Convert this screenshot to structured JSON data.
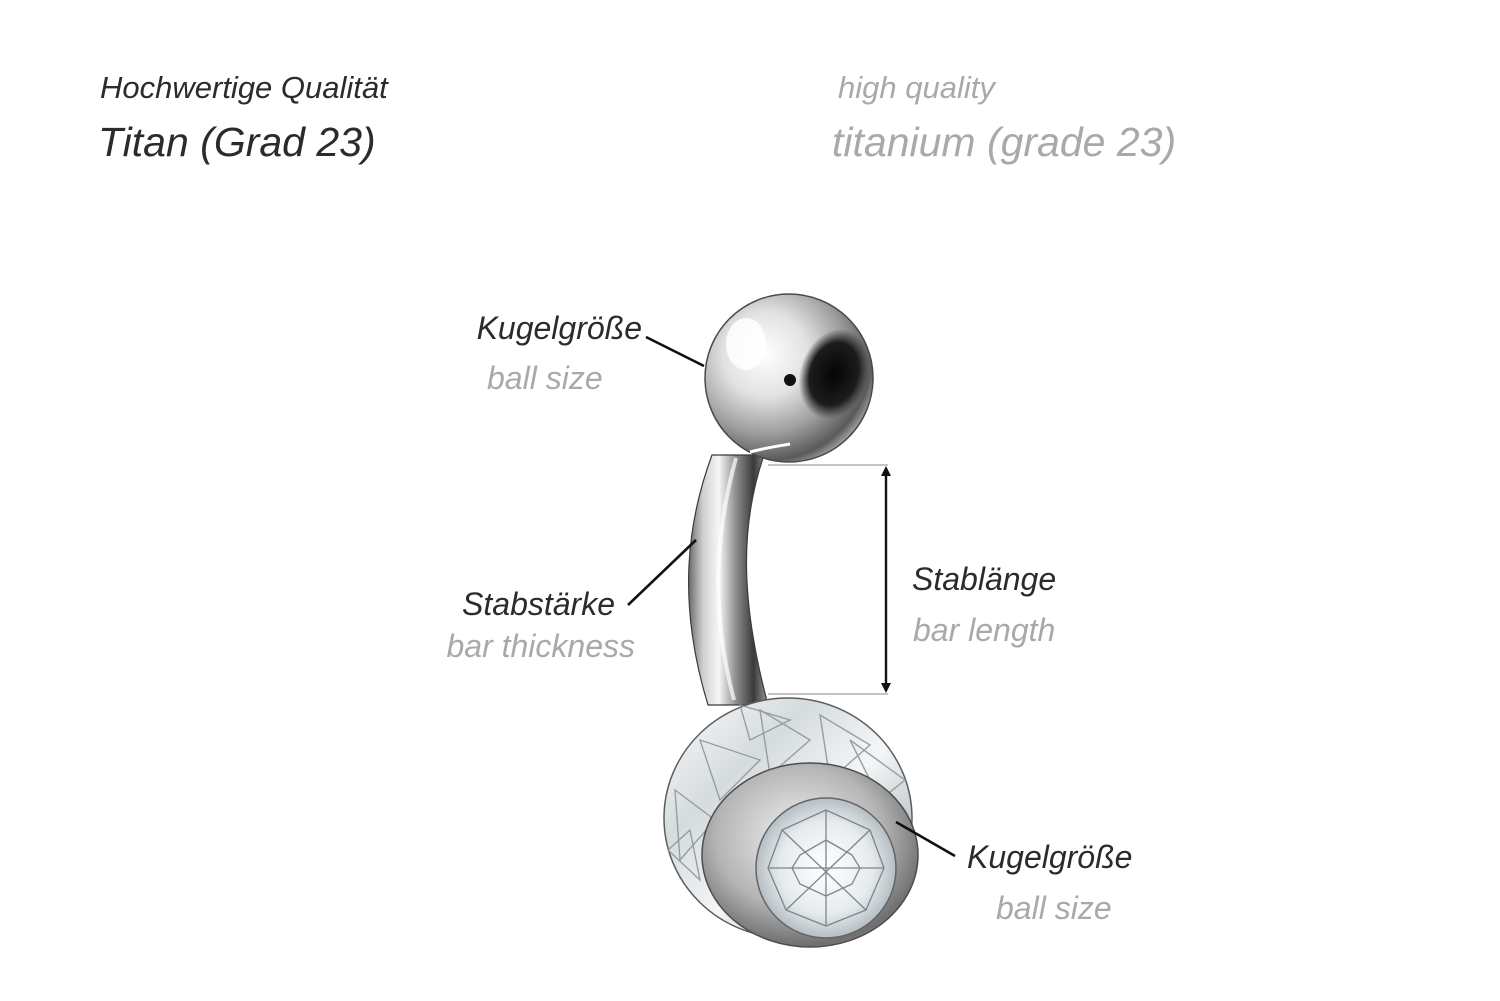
{
  "header": {
    "de_quality": "Hochwertige Qualität",
    "de_material": "Titan (Grad 23)",
    "en_quality": "high quality",
    "en_material": "titanium (grade 23)"
  },
  "labels": {
    "top_ball": {
      "de": "Kugelgröße",
      "en": "ball size"
    },
    "bar_thickness": {
      "de": "Stabstärke",
      "en": "bar thickness"
    },
    "bar_length": {
      "de": "Stablänge",
      "en": "bar length"
    },
    "bottom_ball": {
      "de": "Kugelgröße",
      "en": "ball size"
    }
  },
  "colors": {
    "german_text": "#2b2b2b",
    "english_text": "#a9a9a9",
    "leader_line": "#111111",
    "metal_light": "#f4f4f4",
    "metal_dark": "#1e1e1e",
    "crystal": "#e9eef1"
  }
}
